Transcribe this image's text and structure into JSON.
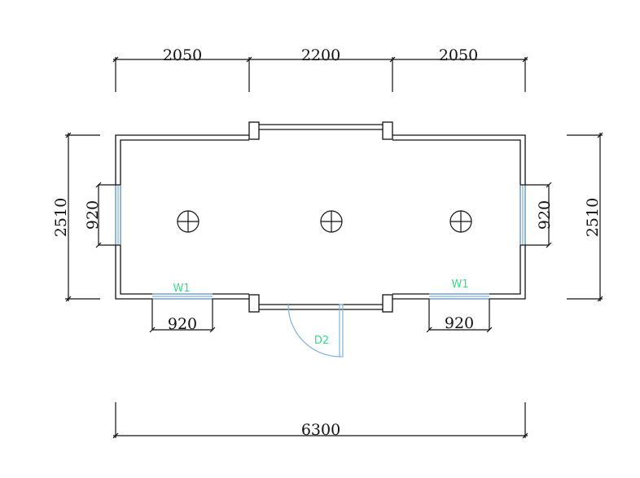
{
  "dimensions": {
    "top_left": "2050",
    "top_middle": "2200",
    "top_right": "2050",
    "left_height": "2510",
    "right_height": "2510",
    "left_window": "920",
    "right_window": "920",
    "bottom_left_window": "920",
    "bottom_right_window": "920",
    "overall_width": "6300"
  },
  "tags": {
    "window_left": "W1",
    "window_right": "W1",
    "door": "D2"
  },
  "colors": {
    "line": "#111111",
    "window": "#7fb2e0",
    "tag": "#33dd88"
  },
  "icons": {
    "ceiling_light": "circle-cross-icon"
  }
}
